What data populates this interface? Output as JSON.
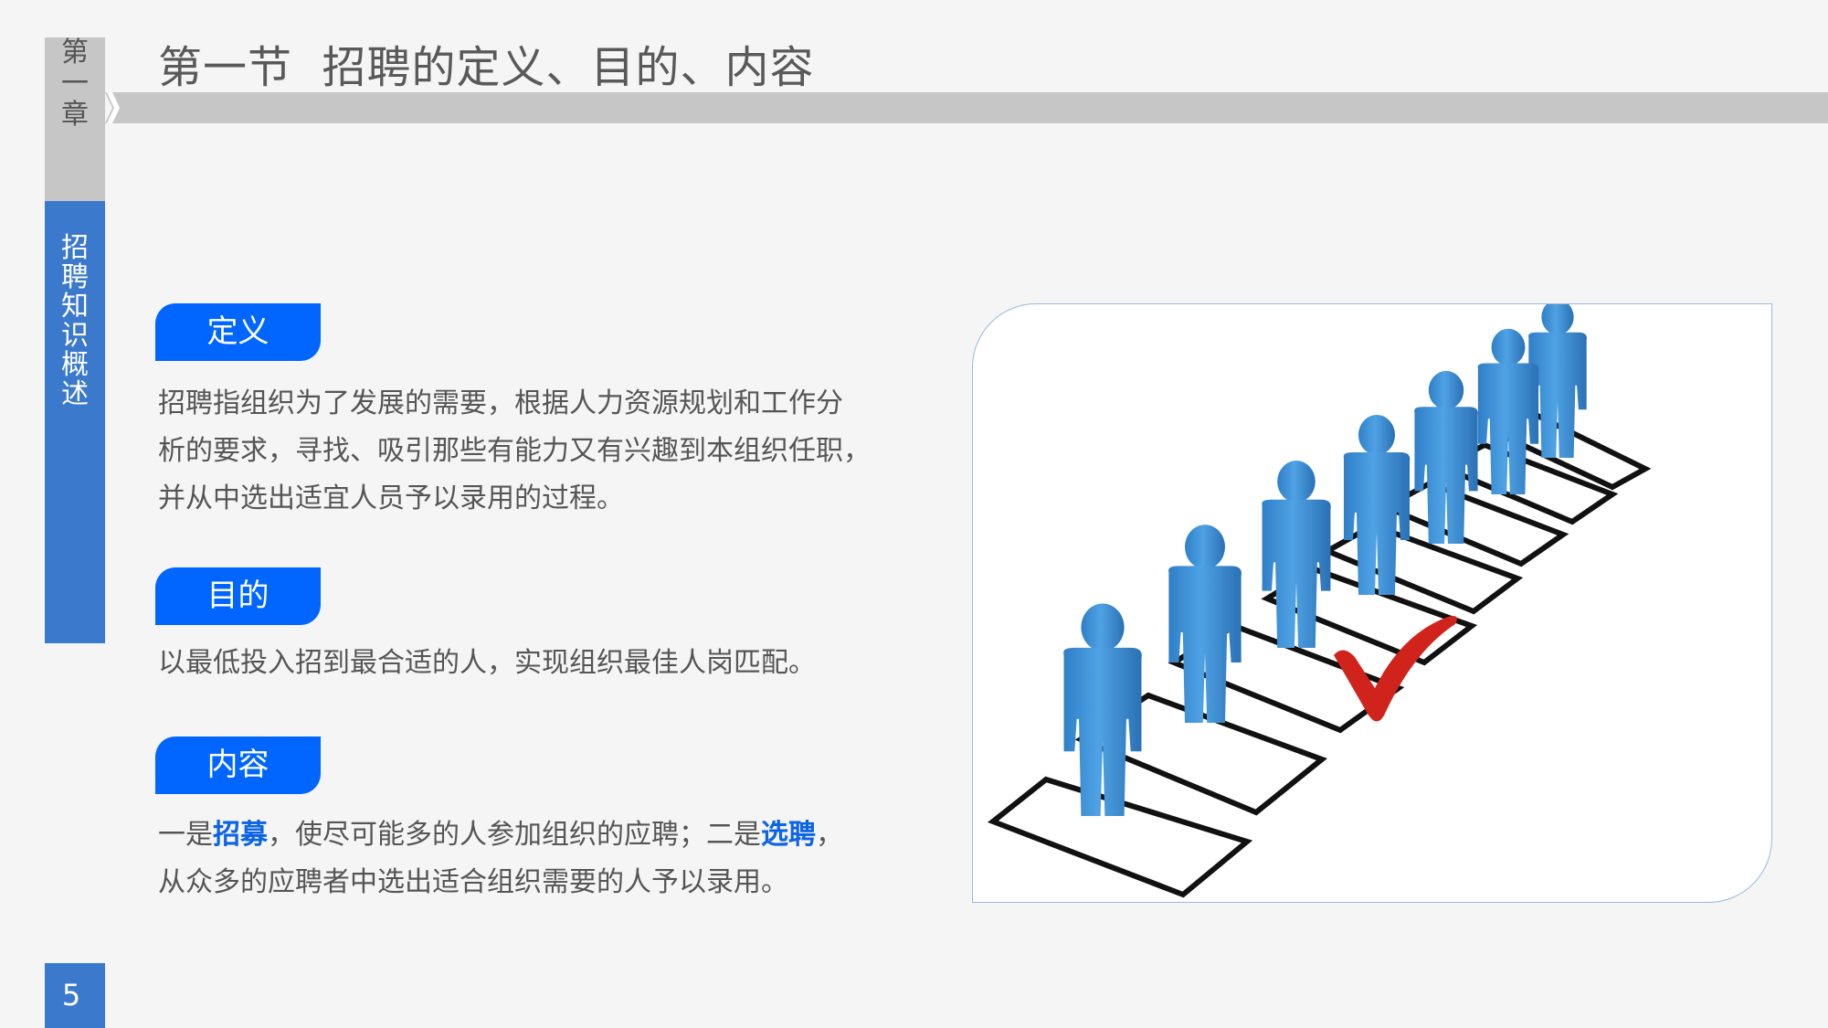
{
  "sidebar": {
    "chapter_chars": [
      "第",
      "一",
      "章"
    ],
    "section_chars": [
      "招",
      "聘",
      "知",
      "识",
      "概",
      "述"
    ]
  },
  "header": {
    "title": "第一节  招聘的定义、目的、内容"
  },
  "sections": [
    {
      "label": "定义",
      "lines": [
        "招聘指组织为了发展的需要，根据人力资源规划和工作分",
        "析的要求，寻找、吸引那些有能力又有兴趣到本组织任职，",
        "并从中选出适宜人员予以录用的过程。"
      ]
    },
    {
      "label": "目的",
      "lines": [
        "以最低投入招到最合适的人，实现组织最佳人岗匹配。"
      ]
    },
    {
      "label": "内容",
      "line1": {
        "part1": "一是",
        "hl1": "招募",
        "part2": "，使尽可能多的人参加组织的应聘；二是",
        "hl2": "选聘",
        "part3": "，"
      },
      "line2": "从众多的应聘者中选出适合组织需要的人予以录用。"
    }
  ],
  "illustration": {
    "description": "people-in-checkboxes-with-red-checkmark",
    "figure_color": "#3a8fd6",
    "check_color": "#d0231b",
    "figure_count": 7
  },
  "footer": {
    "page_number": "5"
  },
  "colors": {
    "accent_blue": "#0066ff",
    "sidebar_blue": "#3b79cc",
    "bar_grey": "#c6c6c6",
    "text_grey": "#555555"
  }
}
